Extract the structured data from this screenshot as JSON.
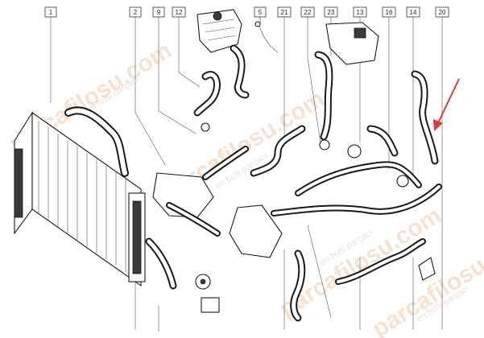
{
  "callouts": [
    "1",
    "2",
    "9",
    "12",
    "5",
    "21",
    "22",
    "23",
    "13",
    "16",
    "14",
    "20"
  ],
  "watermark": {
    "brand": "parcafilosu.com",
    "tagline": "en hızlı parçacı"
  },
  "colors": {
    "line": "#1a1a1a",
    "arrow": "#e03a3a",
    "watermark": "#f3c9a8"
  }
}
